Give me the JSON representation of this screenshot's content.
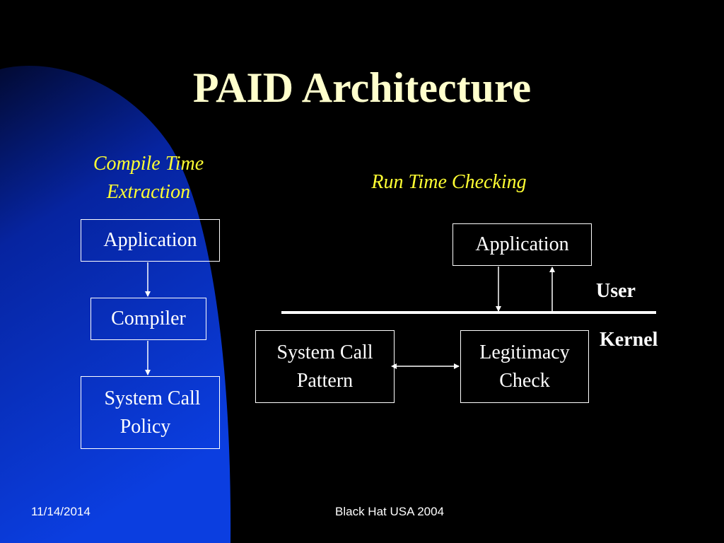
{
  "slide": {
    "title": "PAID Architecture",
    "compile_time_heading": [
      "Compile Time",
      "Extraction"
    ],
    "run_time_heading": "Run Time Checking",
    "compile_boxes": {
      "application": "Application",
      "compiler": "Compiler",
      "policy": [
        "System Call",
        "Policy"
      ]
    },
    "runtime_boxes": {
      "application": "Application",
      "pattern": [
        "System Call",
        "Pattern"
      ],
      "check": [
        "Legitimacy",
        "Check"
      ]
    },
    "user_label": "User",
    "kernel_label": "Kernel",
    "footer_date": "11/14/2014",
    "footer_center": "Black Hat USA 2004"
  },
  "colors": {
    "background": "#000000",
    "accent_blue": "#0A3BD6",
    "title": "#FFFFCC",
    "heading": "#FFFF33",
    "line": "#FFFFFF"
  }
}
